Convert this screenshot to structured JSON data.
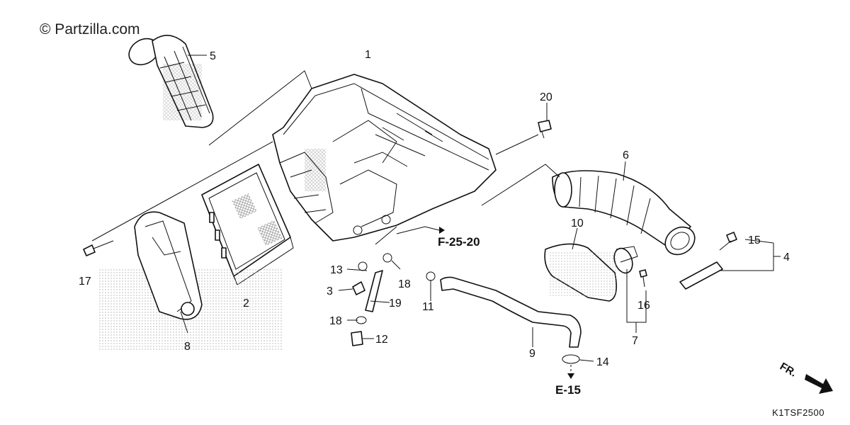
{
  "watermark": "© Partzilla.com",
  "diagram_code": "K1TSF2500",
  "direction_label": "FR.",
  "references": [
    {
      "id": "f-25-20",
      "text": "F-25-20"
    },
    {
      "id": "e-15",
      "text": "E-15"
    }
  ],
  "callouts": [
    {
      "n": "1"
    },
    {
      "n": "2"
    },
    {
      "n": "3"
    },
    {
      "n": "4"
    },
    {
      "n": "5"
    },
    {
      "n": "6"
    },
    {
      "n": "7"
    },
    {
      "n": "8"
    },
    {
      "n": "9"
    },
    {
      "n": "10"
    },
    {
      "n": "11"
    },
    {
      "n": "12"
    },
    {
      "n": "13"
    },
    {
      "n": "14"
    },
    {
      "n": "15"
    },
    {
      "n": "16"
    },
    {
      "n": "17"
    },
    {
      "n": "18"
    },
    {
      "n": "18"
    },
    {
      "n": "19"
    },
    {
      "n": "20"
    }
  ]
}
